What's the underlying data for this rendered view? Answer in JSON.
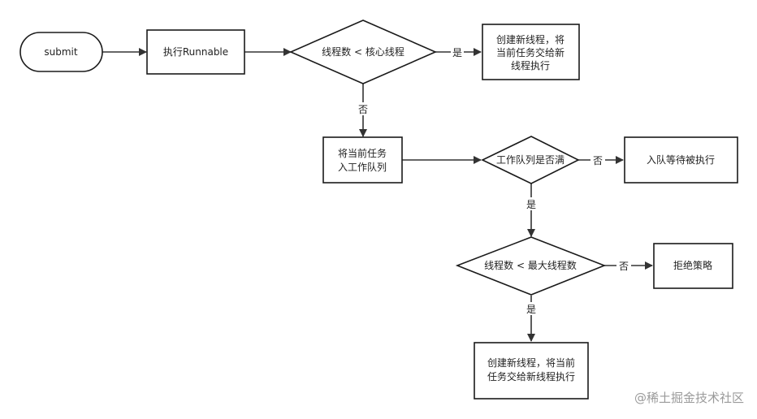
{
  "nodes": {
    "submit": "submit",
    "exec_runnable": "执行Runnable",
    "cond_core": "线程数 < 核心线程",
    "create_thread_1": [
      "创建新线程，将",
      "当前任务交给新",
      "线程执行"
    ],
    "enqueue": [
      "将当前任务",
      "入工作队列"
    ],
    "cond_queue_full": "工作队列是否满",
    "wait_exec": "入队等待被执行",
    "cond_max": "线程数 < 最大线程数",
    "reject": "拒绝策略",
    "create_thread_2": [
      "创建新线程，将当前",
      "任务交给新线程执行"
    ]
  },
  "edges": {
    "yes_core": "是",
    "no_core": "否",
    "no_queue_full": "否",
    "yes_queue_full": "是",
    "no_max": "否",
    "yes_max": "是"
  },
  "watermark": "@稀土掘金技术社区"
}
